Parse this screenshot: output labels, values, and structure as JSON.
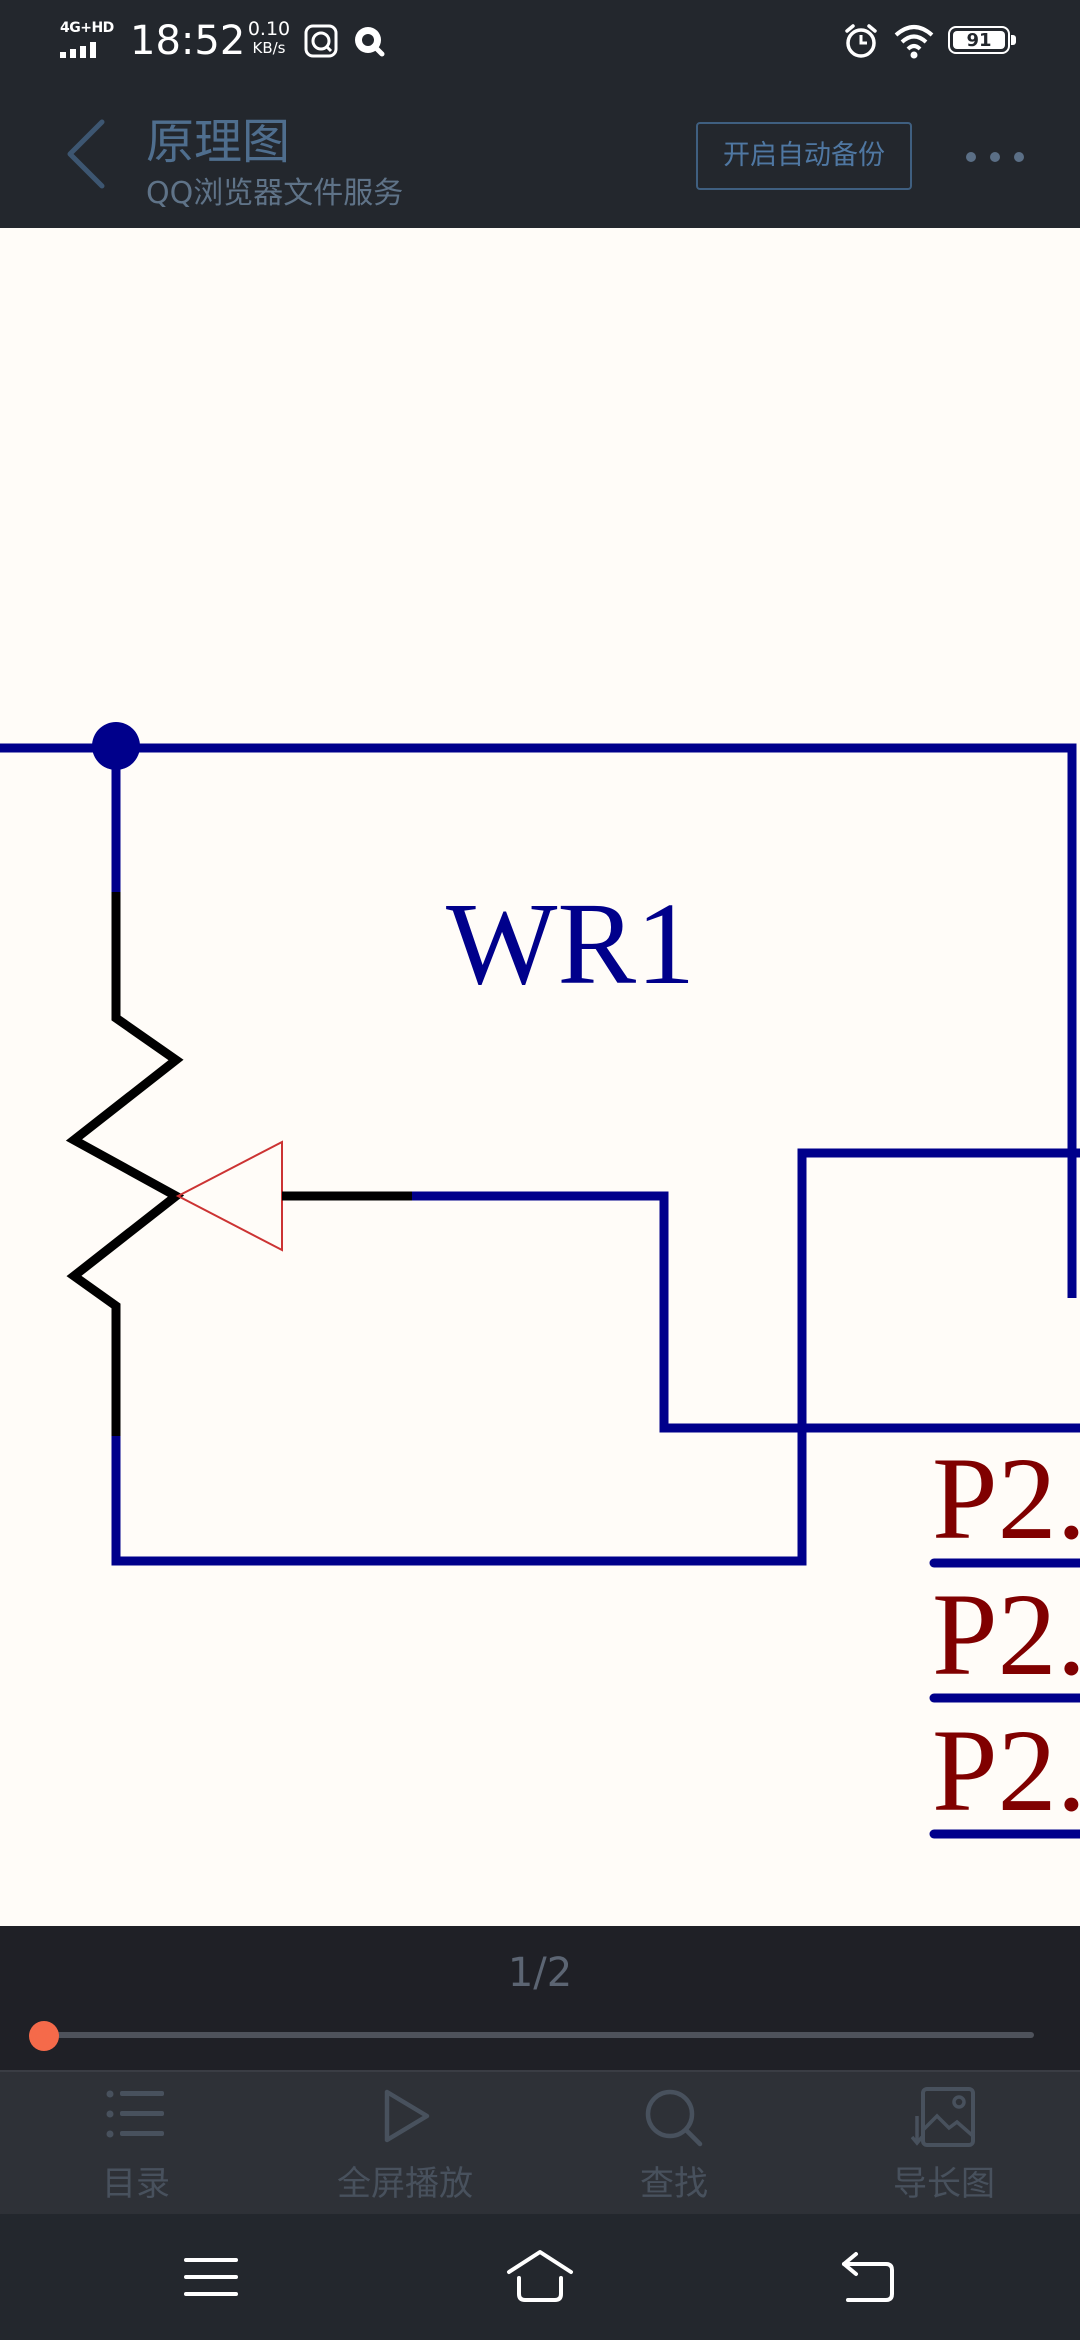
{
  "status_bar": {
    "network_label": "4G+HD",
    "time": "18:52",
    "speed_value": "0.10",
    "speed_unit": "KB/s",
    "battery": "91",
    "icons": [
      "signal-icon",
      "du-app-icon",
      "qq-browser-icon",
      "alarm-icon",
      "wifi-icon",
      "battery-icon"
    ]
  },
  "title_bar": {
    "title": "原理图",
    "subtitle": "QQ浏览器文件服务",
    "backup_button": "开启自动备份",
    "icons": [
      "back-icon",
      "more-icon"
    ]
  },
  "document": {
    "component_label": "WR1",
    "pin_labels": [
      "P2.",
      "P2.",
      "P2."
    ],
    "colors": {
      "wire": "#00008b",
      "resistor": "#000000",
      "pin_text": "#800000",
      "wiper_arrow": "#cc3333",
      "paper": "#fffcf8"
    }
  },
  "pager": {
    "page_indicator": "1/2",
    "progress": 0.0
  },
  "toolbar": {
    "items": [
      {
        "label": "目录",
        "icon": "list-icon"
      },
      {
        "label": "全屏播放",
        "icon": "play-icon"
      },
      {
        "label": "查找",
        "icon": "search-icon"
      },
      {
        "label": "导长图",
        "icon": "long-image-icon"
      }
    ]
  },
  "nav_bar": {
    "icons": [
      "menu-icon",
      "home-icon",
      "return-icon"
    ]
  },
  "theme": {
    "accent": "#f56a4a",
    "bar_bg": "#23272d"
  }
}
